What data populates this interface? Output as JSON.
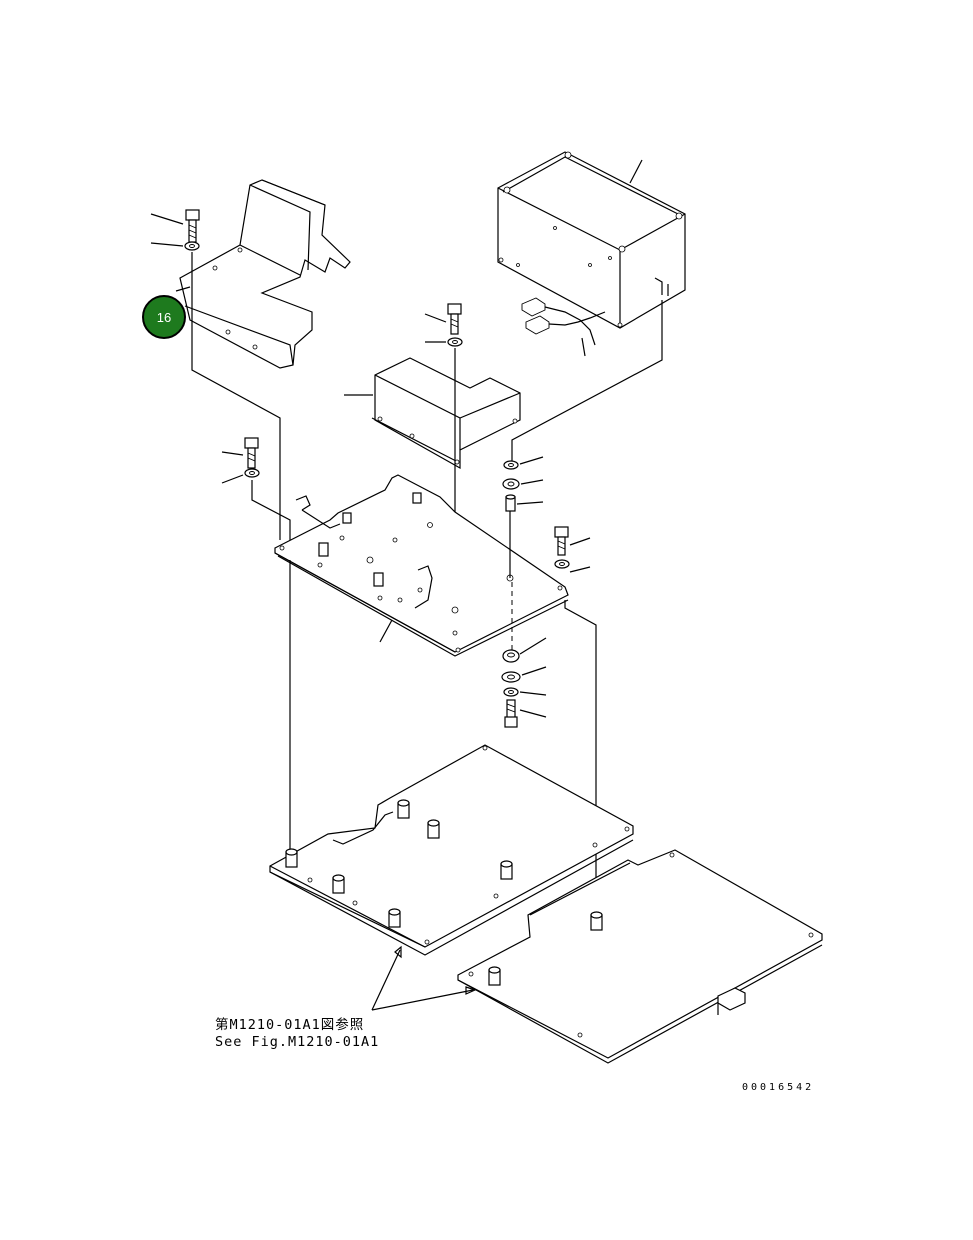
{
  "callout": {
    "number": "16",
    "color": "#1e7a1e"
  },
  "reference": {
    "line1": "第M1210-01A1図参照",
    "line2": "See Fig.M1210-01A1"
  },
  "doc_id": "00016542"
}
